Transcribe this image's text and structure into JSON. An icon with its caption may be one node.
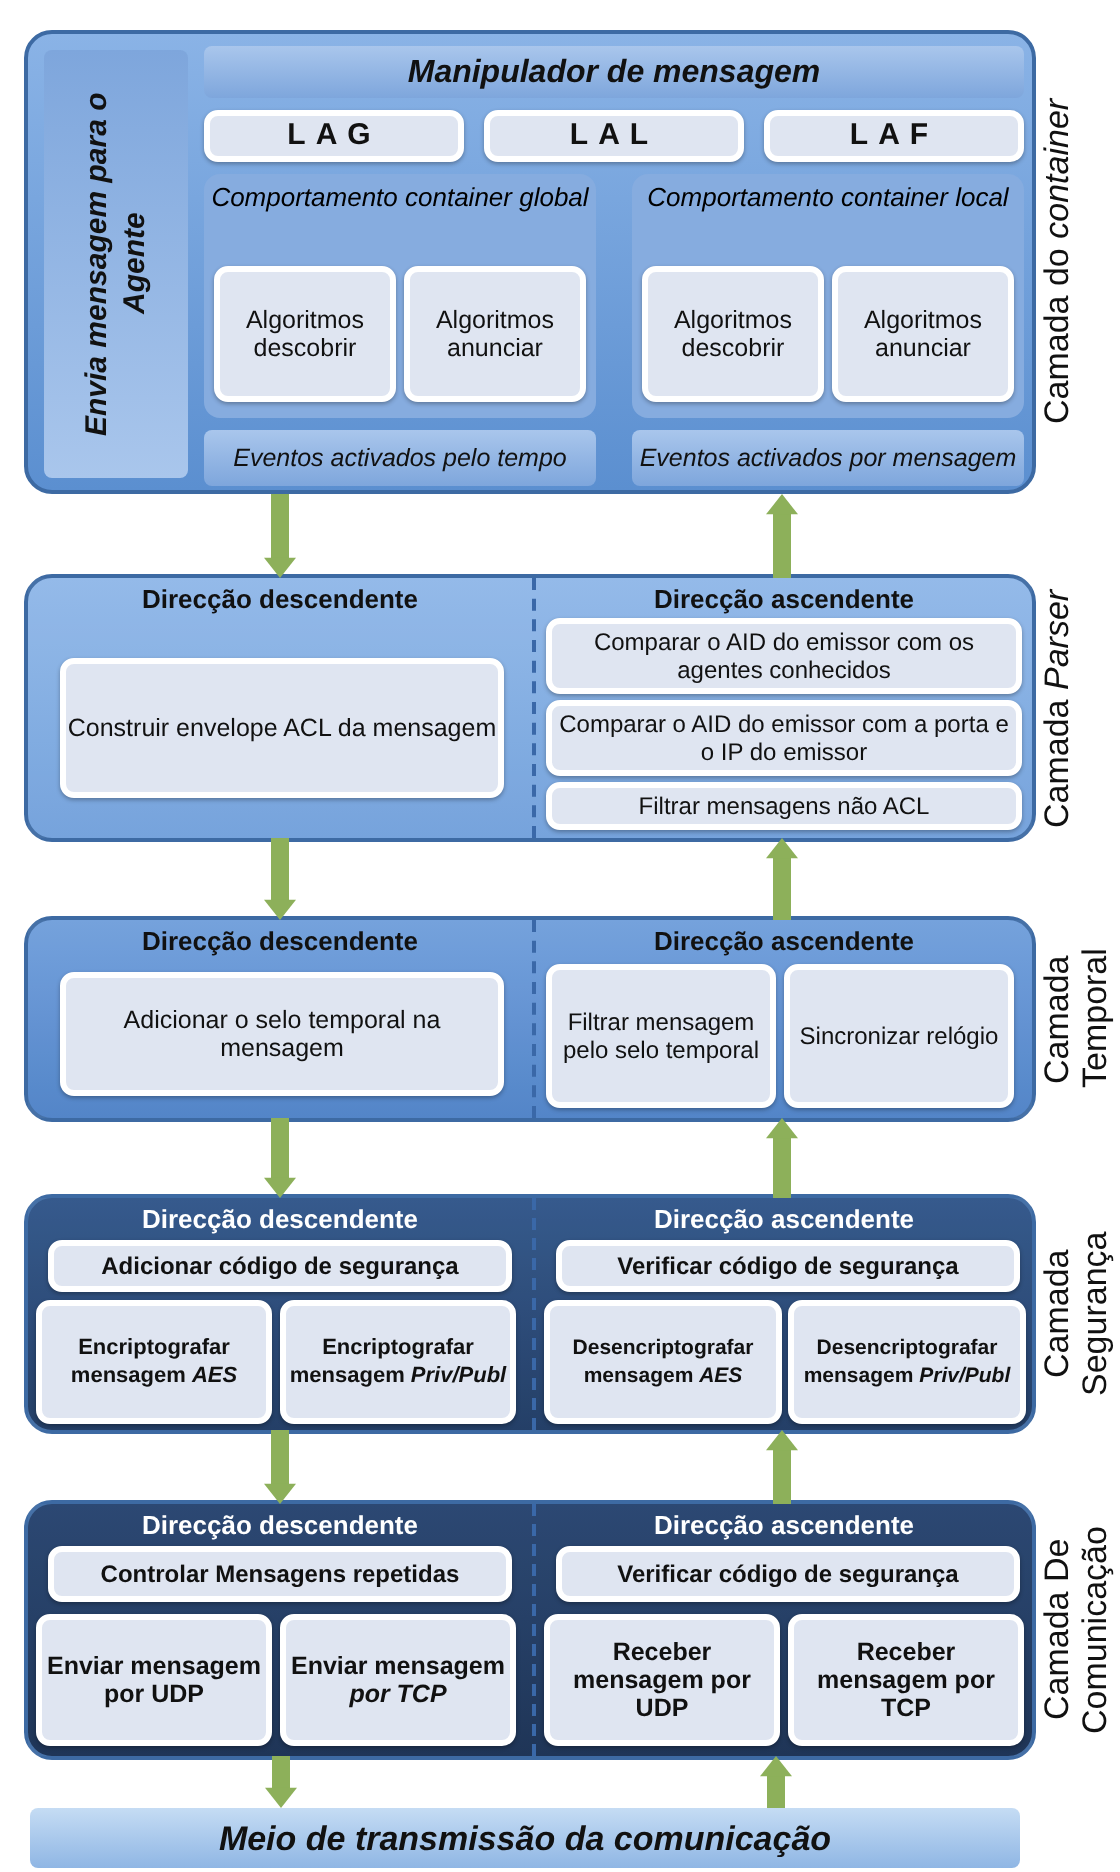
{
  "diagram": {
    "nodes": [
      {
        "text": [
          "Camada do *container*"
        ]
      },
      {
        "text": [
          "Envia mensagem para o Agente"
        ],
        "in": 0
      },
      {
        "text": [
          "Manipulador de mensagem"
        ],
        "in": 0
      },
      {
        "text": [
          "LAG"
        ],
        "in": 0
      },
      {
        "text": [
          "LAL"
        ],
        "in": 0
      },
      {
        "text": [
          "LAF"
        ],
        "in": 0
      },
      {
        "text": [
          "Comportamento container global"
        ],
        "in": 0
      },
      {
        "text": [
          "Algoritmos descobrir"
        ],
        "in": 6
      },
      {
        "text": [
          "Algoritmos anunciar"
        ],
        "in": 6
      },
      {
        "text": [
          "Comportamento container local"
        ],
        "in": 0
      },
      {
        "text": [
          "Algoritmos descobrir"
        ],
        "in": 9
      },
      {
        "text": [
          "Algoritmos anunciar"
        ],
        "in": 9
      },
      {
        "text": [
          "Eventos activados pelo tempo"
        ],
        "in": 0
      },
      {
        "text": [
          "Eventos activados por mensagem"
        ],
        "in": 0
      },
      {
        "text": [
          "Camada *Parser*"
        ]
      },
      {
        "text": [
          "Direcção descendente"
        ],
        "in": 14
      },
      {
        "text": [
          "Construir envelope ACL da mensagem"
        ],
        "in": 15
      },
      {
        "text": [
          "Direcção ascendente"
        ],
        "in": 14
      },
      {
        "text": [
          "Comparar o AID do emissor com os agentes conhecidos"
        ],
        "in": 17
      },
      {
        "text": [
          "Comparar o AID do emissor com a porta e o IP do emissor"
        ],
        "in": 17
      },
      {
        "text": [
          "Filtrar mensagens não ACL"
        ],
        "in": 17
      },
      {
        "text": [
          "Camada Temporal"
        ]
      },
      {
        "text": [
          "Direcção descendente"
        ],
        "in": 21
      },
      {
        "text": [
          "Adicionar o selo temporal na mensagem"
        ],
        "in": 22
      },
      {
        "text": [
          "Direcção ascendente"
        ],
        "in": 21
      },
      {
        "text": [
          "Filtrar mensagem pelo selo temporal"
        ],
        "in": 24
      },
      {
        "text": [
          "Sincronizar relógio"
        ],
        "in": 24
      },
      {
        "text": [
          "Camada Segurança"
        ]
      },
      {
        "text": [
          "Direcção descendente"
        ],
        "in": 27
      },
      {
        "text": [
          "Adicionar código de segurança"
        ],
        "in": 28
      },
      {
        "text": [
          "Encriptografar mensagem *AES*"
        ],
        "in": 28
      },
      {
        "text": [
          "Encriptografar mensagem *Priv/Publ*"
        ],
        "in": 28
      },
      {
        "text": [
          "Direcção ascendente"
        ],
        "in": 27
      },
      {
        "text": [
          "Verificar código de segurança"
        ],
        "in": 32
      },
      {
        "text": [
          "Desencriptografar mensagem *AES*"
        ],
        "in": 32
      },
      {
        "text": [
          "Desencriptografar mensagem *Priv/Publ*"
        ],
        "in": 32
      },
      {
        "text": [
          "Camada De Comunicação"
        ]
      },
      {
        "text": [
          "Direcção descendente"
        ],
        "in": 36
      },
      {
        "text": [
          "Controlar Mensagens repetidas"
        ],
        "in": 37
      },
      {
        "text": [
          "Enviar mensagem por UDP"
        ],
        "in": 37
      },
      {
        "text": [
          "Enviar mensagem *por TCP*"
        ],
        "in": 37
      },
      {
        "text": [
          "Direcção ascendente"
        ],
        "in": 36
      },
      {
        "text": [
          "Verificar código de segurança"
        ],
        "in": 41
      },
      {
        "text": [
          "Receber mensagem por UDP"
        ],
        "in": 41
      },
      {
        "text": [
          "Receber mensagem por TCP"
        ],
        "in": 41
      },
      {
        "text": [
          "Meio de transmissão da comunicação"
        ]
      }
    ],
    "edges": [
      {
        "from": 0,
        "to": 15,
        "arrow": "to"
      },
      {
        "from": 17,
        "to": 0,
        "arrow": "to"
      },
      {
        "from": 15,
        "to": 22,
        "arrow": "to"
      },
      {
        "from": 24,
        "to": 17,
        "arrow": "to"
      },
      {
        "from": 22,
        "to": 28,
        "arrow": "to"
      },
      {
        "from": 32,
        "to": 24,
        "arrow": "to"
      },
      {
        "from": 28,
        "to": 37,
        "arrow": "to"
      },
      {
        "from": 41,
        "to": 32,
        "arrow": "to"
      },
      {
        "from": 37,
        "to": 45,
        "arrow": "to"
      },
      {
        "from": 45,
        "to": 41,
        "arrow": "to"
      }
    ]
  }
}
